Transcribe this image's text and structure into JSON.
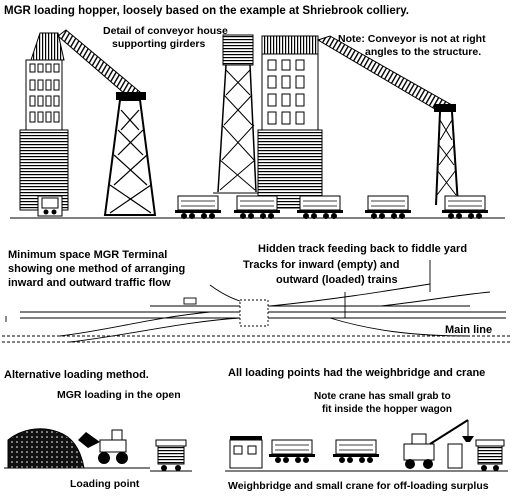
{
  "labels": {
    "title": "MGR loading hopper, loosely based on the example at Shriebrook colliery.",
    "detail_1": "Detail of conveyor house",
    "detail_2": "supporting girders",
    "note_1": "Note: Conveyor is not at right",
    "note_2": "angles to the structure.",
    "min_1": "Minimum space MGR Terminal",
    "min_2": "showing one method of arranging",
    "min_3": "inward and outward traffic flow",
    "hidden": "Hidden track feeding back to fiddle yard",
    "tracks_1": "Tracks for inward (empty) and",
    "tracks_2": "outward (loaded) trains",
    "main_line": "Main line",
    "alt": "Alternative loading method.",
    "all_points": "All loading points had the weighbridge and crane",
    "mgr_open": "MGR loading in the open",
    "crane_1": "Note crane has small grab to",
    "crane_2": "fit inside the hopper wagon",
    "loading_point": "Loading point",
    "weighbridge": "Weighbridge and small crane for off-loading surplus"
  }
}
